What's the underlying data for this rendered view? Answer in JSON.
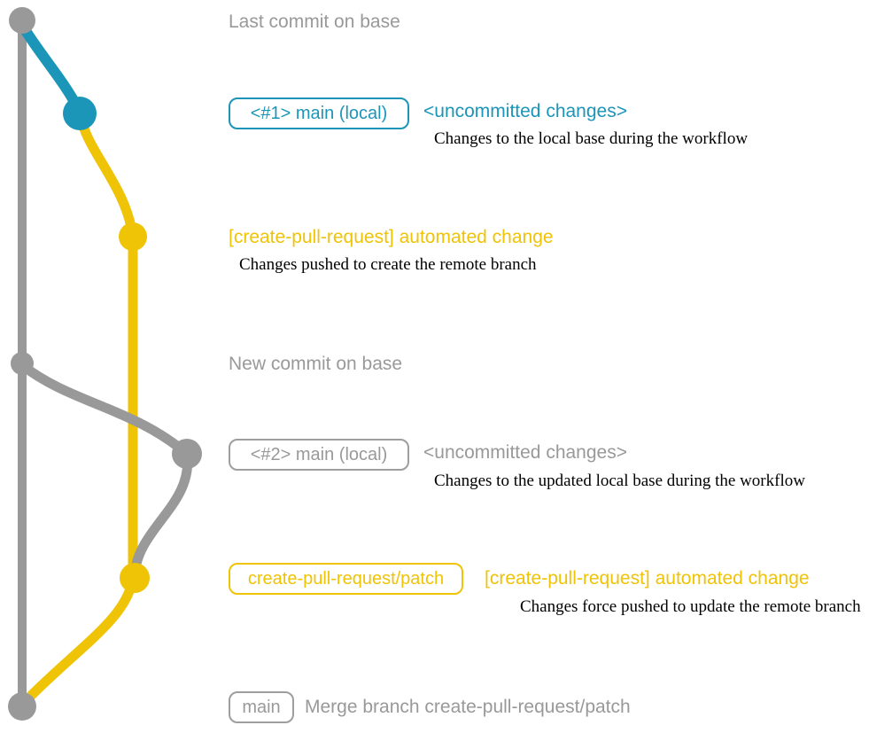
{
  "colors": {
    "gray": "#999999",
    "blue": "#1b95b8",
    "yellow": "#efc306",
    "text_black": "#000000",
    "background": "#ffffff"
  },
  "labels": {
    "last_commit": "Last commit on base",
    "new_commit": "New commit on base"
  },
  "rows": {
    "row1": {
      "badge": "<#1> main (local)",
      "note": "<uncommitted changes>",
      "desc": "Changes to the local base during the workflow"
    },
    "row2": {
      "title": "[create-pull-request] automated change",
      "desc": "Changes pushed to create the remote branch"
    },
    "row3": {
      "badge": "<#2> main (local)",
      "note": "<uncommitted changes>",
      "desc": "Changes to the updated local base during the workflow"
    },
    "row4": {
      "badge": "create-pull-request/patch",
      "title": "[create-pull-request] automated change",
      "desc": "Changes force pushed to update the remote branch"
    },
    "row5": {
      "badge": "main",
      "title": "Merge branch create-pull-request/patch"
    }
  },
  "graph": {
    "branches": [
      {
        "name": "base",
        "color": "#999999"
      },
      {
        "name": "local-main",
        "color": "#1b95b8"
      },
      {
        "name": "create-pull-request-patch",
        "color": "#efc306"
      }
    ],
    "commits": [
      {
        "name": "last-commit-on-base",
        "color": "#999999"
      },
      {
        "name": "local-uncommitted-1",
        "color": "#1b95b8"
      },
      {
        "name": "automated-change-1",
        "color": "#efc306"
      },
      {
        "name": "new-commit-on-base",
        "color": "#999999"
      },
      {
        "name": "local-uncommitted-2",
        "color": "#999999"
      },
      {
        "name": "automated-change-2",
        "color": "#efc306"
      },
      {
        "name": "merge-commit",
        "color": "#999999"
      }
    ]
  }
}
